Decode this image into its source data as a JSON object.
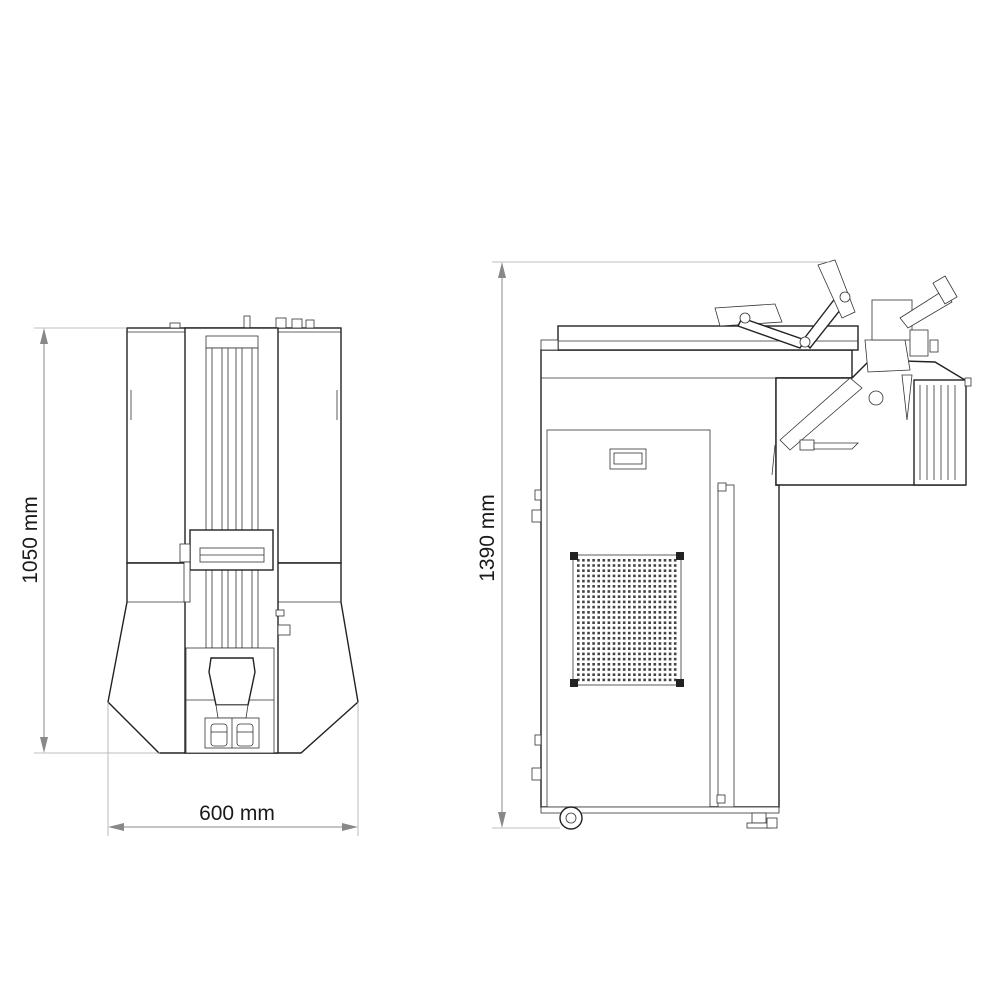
{
  "dimensions": {
    "front_height": "1050 mm",
    "front_width": "600 mm",
    "side_height": "1390 mm"
  },
  "colors": {
    "line": "#222222",
    "dimension_line": "#888888",
    "background": "#ffffff"
  }
}
